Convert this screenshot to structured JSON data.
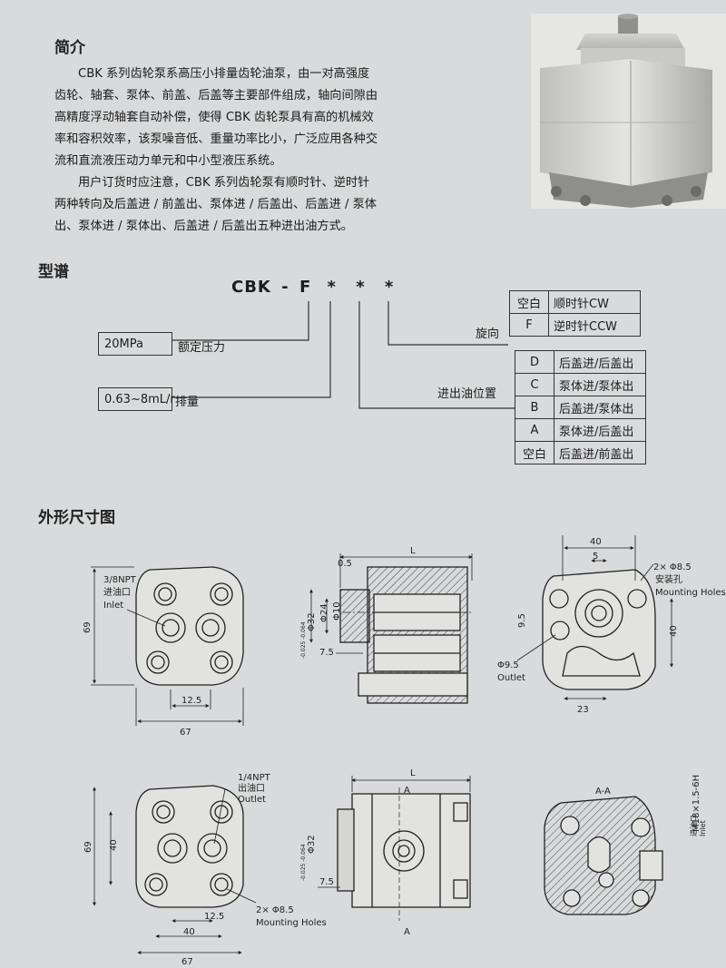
{
  "intro": {
    "heading": "简介",
    "para1_lines": [
      "CBK 系列齿轮泵系高压小排量齿轮油泵，由一对高强度",
      "齿轮、轴套、泵体、前盖、后盖等主要部件组成，轴向间隙由",
      "高精度浮动轴套自动补偿，使得 CBK 齿轮泵具有高的机械效",
      "率和容积效率，该泵噪音低、重量功率比小，广泛应用各种交",
      "流和直流液压动力单元和中小型液压系统。"
    ],
    "para2_lines": [
      "用户订货时应注意，CBK 系列齿轮泵有顺时针、逆时针",
      "两种转向及后盖进 / 前盖出、泵体进 / 后盖出、后盖进 / 泵体",
      "出、泵体进 / 泵体出、后盖进 / 后盖出五种进出油方式。"
    ]
  },
  "model": {
    "heading": "型谱",
    "code_parts": [
      "CBK",
      "-",
      "F",
      "*",
      "*",
      "*"
    ],
    "pressure_value": "20MPa",
    "pressure_label": "额定压力",
    "displacement_value": "0.63~8mL/r",
    "displacement_label": "排量",
    "rotation_label": "旋向",
    "rotation_options": [
      {
        "code": "空白",
        "desc": "顺时针CW"
      },
      {
        "code": "F",
        "desc": "逆时针CCW"
      }
    ],
    "port_label": "进出油位置",
    "port_options": [
      {
        "code": "D",
        "desc": "后盖进/后盖出"
      },
      {
        "code": "C",
        "desc": "泵体进/泵体出"
      },
      {
        "code": "B",
        "desc": "后盖进/泵体出"
      },
      {
        "code": "A",
        "desc": "泵体进/后盖出"
      },
      {
        "code": "空白",
        "desc": "后盖进/前盖出"
      }
    ]
  },
  "dimensions": {
    "heading": "外形尺寸图",
    "d1": {
      "inlet_npt": "3/8NPT",
      "inlet_cn": "进油口",
      "inlet_en": "Inlet",
      "h69": "69",
      "w125": "12.5",
      "w67": "67"
    },
    "d2": {
      "L": "L",
      "d05": "0.5",
      "phi32": "Φ32",
      "phi32_tol": "-0.025 -0.064",
      "phi24": "Φ24",
      "phi10": "Φ10",
      "d75": "7.5"
    },
    "d3": {
      "w40": "40",
      "w5": "5",
      "holes": "2× Φ8.5",
      "holes_cn": "安装孔",
      "holes_en": "Mounting Holes",
      "h95": "9.5",
      "h40": "40",
      "outlet_phi": "Φ9.5",
      "outlet_en": "Outlet",
      "w23": "23"
    },
    "d4": {
      "outlet_npt": "1/4NPT",
      "outlet_cn": "出油口",
      "outlet_en": "Outlet",
      "h69": "69",
      "h40": "40",
      "w125": "12.5",
      "w40": "40",
      "w67": "67",
      "holes": "2× Φ8.5",
      "holes_en": "Mounting Holes"
    },
    "d5": {
      "L": "L",
      "A1": "A",
      "A2": "A",
      "phi32": "Φ32",
      "phi32_tol": "-0.025 -0.064",
      "d75": "7.5"
    },
    "d6": {
      "section": "A-A",
      "thread": "M18×1.5-6H",
      "inlet_cn": "进油口",
      "inlet_en": "Inlet"
    }
  }
}
